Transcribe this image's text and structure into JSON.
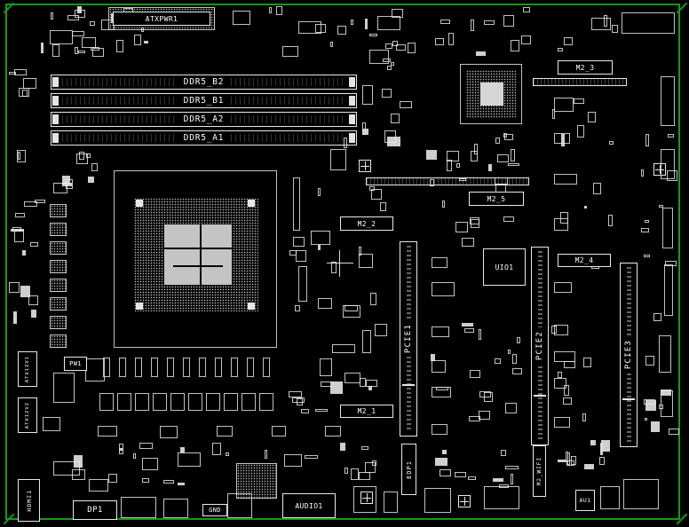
{
  "colors": {
    "background": "#000000",
    "board_outline_green": "#169a16",
    "silkscreen_white": "#f2f2f2"
  },
  "labels": {
    "atx_power": "ATXPWR1",
    "dimm": [
      "DDR5_B2",
      "DDR5_B1",
      "DDR5_A2",
      "DDR5_A1"
    ],
    "pcie": [
      "PCIE1",
      "PCIE2",
      "PCIE3"
    ],
    "m2": {
      "m2_1": "M2_1",
      "m2_2": "M2_2",
      "m2_3": "M2_3",
      "m2_4": "M2_4",
      "m2_5": "M2_5",
      "m2_wifi": "M2_WIFI"
    },
    "uio": "UIO1",
    "edp": "EDP1",
    "display": {
      "dp": "DP1",
      "hdmi": "HDMI1"
    },
    "audio": "AUDIO1",
    "power_headers": [
      "ATX12V1",
      "ATX12V2"
    ],
    "small": {
      "gnd": "GND",
      "au": "AU1",
      "pw": "PW1"
    }
  }
}
